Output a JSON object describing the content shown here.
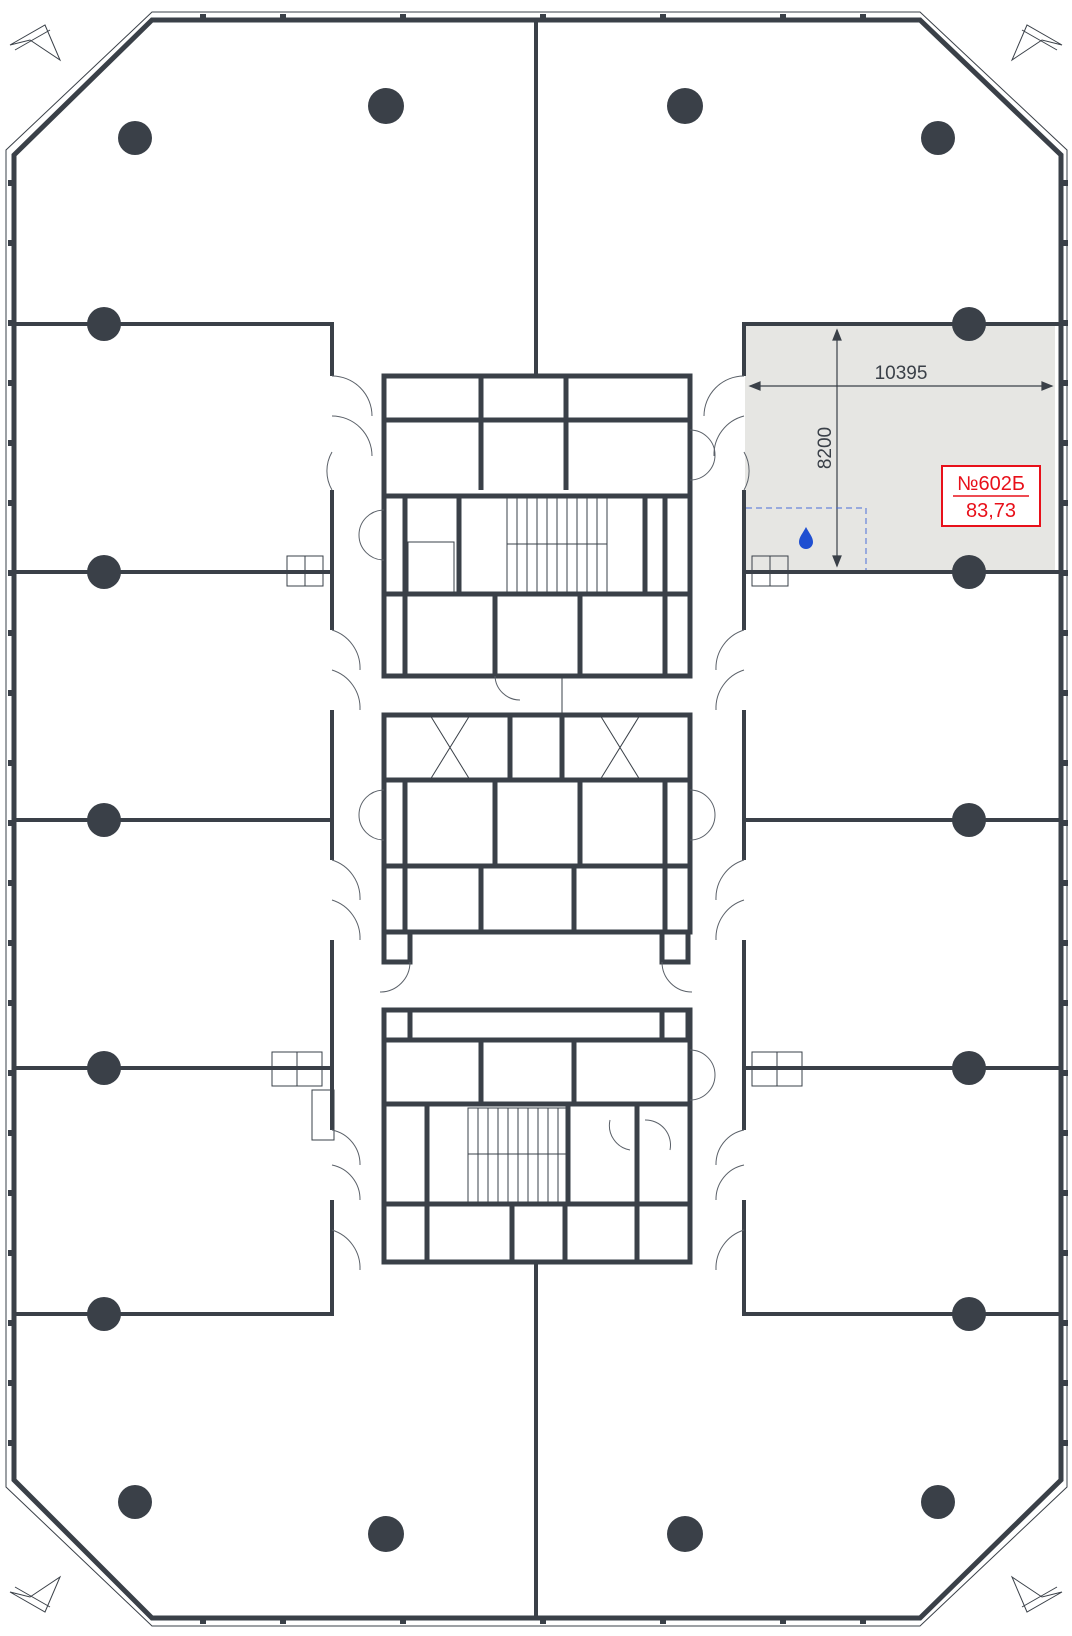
{
  "plan": {
    "highlight_fill": "#e6e6e3",
    "wall_color": "#3a4048",
    "accent_color": "#e8101a",
    "drop_color": "#1f4fd1",
    "drop_icon": "water-drop-icon"
  },
  "unit": {
    "number": "№602Б",
    "area": "83,73",
    "width_dim": "10395",
    "height_dim": "8200"
  }
}
